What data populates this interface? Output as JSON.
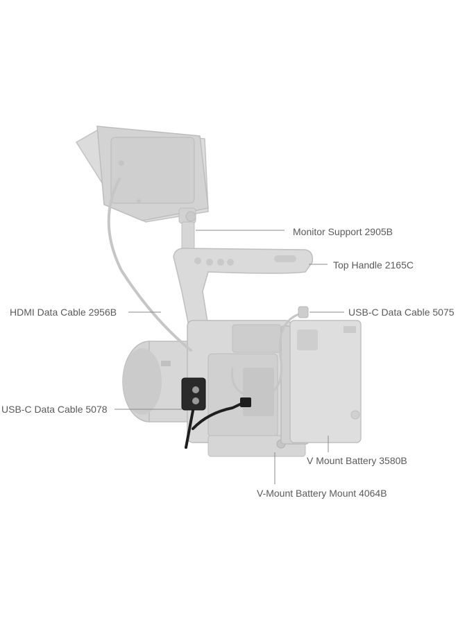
{
  "labels": {
    "monitor_support": "Monitor Support 2905B",
    "top_handle": "Top Handle 2165C",
    "hdmi_cable": "HDMI Data Cable 2956B",
    "usbc_cable_5075": "USB-C Data Cable 5075",
    "usbc_cable_5078": "USB-C Data Cable 5078",
    "v_mount_battery": "V Mount Battery 3580B",
    "v_mount_battery_mount": "V-Mount Battery Mount 4064B"
  },
  "colors": {
    "label_text": "#5a5a5a",
    "leader_line": "#8a8a8a",
    "ghost_fill": "#d6d6d6",
    "ghost_stroke": "#b9b9b9",
    "highlight_part": "#1e1e1e"
  },
  "icons": {
    "rig": "camera-rig-diagram"
  }
}
